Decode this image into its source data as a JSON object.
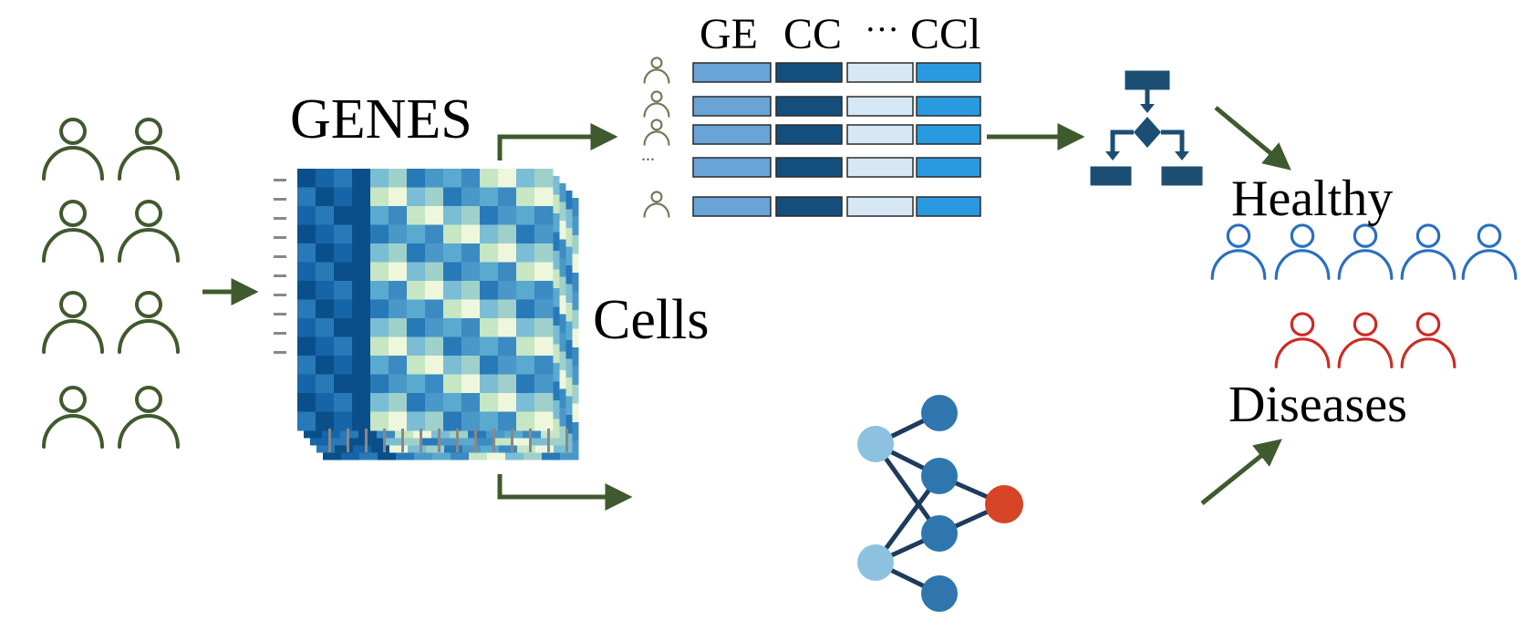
{
  "labels": {
    "genes": "GENES",
    "cells": "Cells",
    "healthy": "Healthy",
    "diseases": "Diseases",
    "row_ellipsis": "..."
  },
  "feature_headers": [
    "GE",
    "CC",
    "···",
    "CCl"
  ],
  "colors": {
    "arrow": "#3f5a2e",
    "patient_outline": "#3f5a2e",
    "healthy": "#2a6fbf",
    "disease": "#cc2b22",
    "decision_tree": "#1c4e73",
    "nn_input": "#8cc2e0",
    "nn_hidden": "#2e76ad",
    "nn_output": "#d64526",
    "nn_edge": "#1e3a5c",
    "feature_col_1": "#6aa3d6",
    "feature_col_2": "#134e7c",
    "feature_col_3": "#d6e8f5",
    "feature_col_4": "#2a9ae0"
  },
  "icons": {
    "patient": "person-outline-icon",
    "decision": "decision-tree-icon",
    "network": "neural-network-icon"
  },
  "counts": {
    "patients": 8,
    "healthy": 5,
    "diseases": 3,
    "feature_rows": 5
  }
}
